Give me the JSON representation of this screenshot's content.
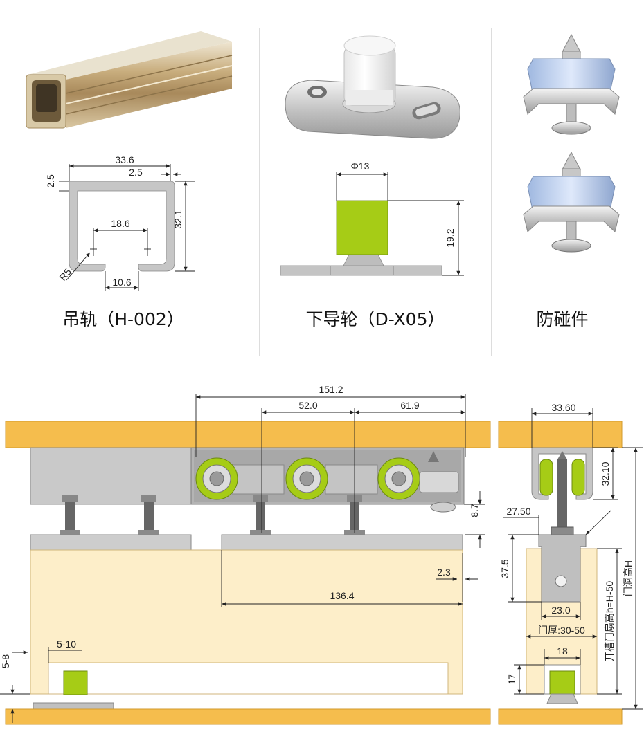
{
  "products": [
    {
      "name": "吊轨（H-002）",
      "photo": "aluminum-rail-photo"
    },
    {
      "name": "下导轮（D-X05）",
      "photo": "bottom-guide-wheel-photo"
    },
    {
      "name": "防碰件",
      "photo": "bumper-stopper-photo"
    }
  ],
  "rail_profile_dims": {
    "width": "33.6",
    "lip": "2.5",
    "top_wall": "2.5",
    "height": "32.1",
    "inner": "18.6",
    "radius": "R5",
    "gap": "10.6"
  },
  "guide_wheel_dims": {
    "diameter": "Φ13",
    "height": "19.2"
  },
  "assembly_front_dims": {
    "total": "151.2",
    "wheel_pitch": "52.0",
    "wheel_to_end": "61.9",
    "hanger_drop": "8.7",
    "door_offset": "2.3",
    "plate_length": "136.4",
    "gap_bottom": "5-10",
    "floor_gap": "5-8"
  },
  "assembly_side_dims": {
    "rail_width": "33.60",
    "rail_height": "32.10",
    "bracket_offset": "27.50",
    "bracket_height": "37.5",
    "bracket_width": "23.0",
    "door_thickness": "门厚:30-50",
    "groove_width": "18",
    "groove_depth": "17",
    "door_height_label": "开槽门扇高h=H-50",
    "opening_height_label": "门洞高H"
  },
  "colors": {
    "wood": "#fdeec9",
    "beam": "#f5bd4d",
    "accent": "#a6cc16",
    "steel": "#c8c8c8"
  }
}
